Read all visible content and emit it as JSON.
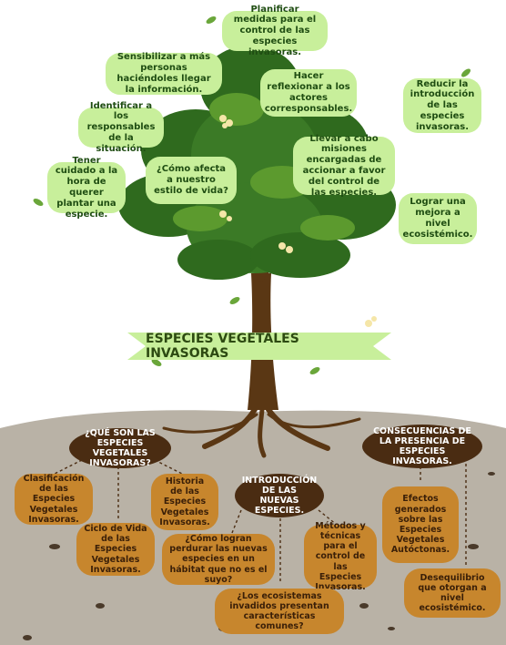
{
  "title": "ESPECIES VEGETALES INVASORAS",
  "tree_bubbles": [
    "Planificar medidas para el control de las especies invasoras.",
    "Sensibilizar a más personas haciéndoles llegar la información.",
    "Hacer reflexionar a los actores corresponsables.",
    "Reducir la introducción de las especies invasoras.",
    "Identificar a los responsables de la situación.",
    "Llevar a cabo misiones encargadas de accionar a favor del control de las especies.",
    "¿Cómo afecta a nuestro estilo de vida?",
    "Tener cuidado a la hora de querer plantar una especie.",
    "Lograr una mejora a nivel ecosistémico."
  ],
  "root_topics": [
    "¿QUÉ SON LAS ESPECIES VEGETALES INVASORAS?",
    "INTRODUCCIÓN DE LAS NUEVAS ESPECIES.",
    "CONSECUENCIAS DE LA PRESENCIA DE ESPECIES INVASORAS."
  ],
  "root_items": [
    "Clasificación de las Especies Vegetales Invasoras.",
    "Ciclo de Vida de las Especies Vegetales Invasoras.",
    "Historia de las Especies Vegetales Invasoras.",
    "¿Cómo logran perdurar las nuevas especies en un hábitat que no es el suyo?",
    "Métodos y técnicas para el control de las Especies Invasoras.",
    "¿Los ecosistemas invadidos presentan características comunes?",
    "Efectos generados sobre las Especies Vegetales Autóctonas.",
    "Desequilibrio que otorgan a nivel ecosistémico."
  ],
  "colors": {
    "leaf_bubble": "#c8ef9b",
    "canopy_dark": "#2f6a1e",
    "canopy_light": "#5c9a2e",
    "trunk": "#5a3714",
    "soil": "#b9b2a6",
    "root_topic": "#4a2c12",
    "root_item": "#c7862d",
    "ribbon": "#c8ef9b"
  }
}
